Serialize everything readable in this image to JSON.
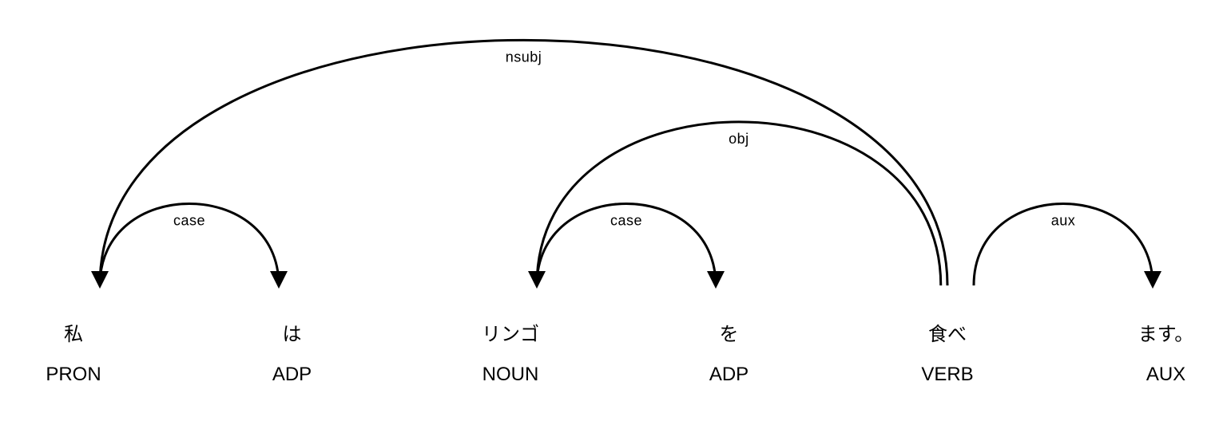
{
  "colors": {
    "foreground": "#000000",
    "background": "#ffffff"
  },
  "sentence": "私はリンゴを食べます。",
  "tokens": [
    {
      "text": "私",
      "pos": "PRON"
    },
    {
      "text": "は",
      "pos": "ADP"
    },
    {
      "text": "リンゴ",
      "pos": "NOUN"
    },
    {
      "text": "を",
      "pos": "ADP"
    },
    {
      "text": "食べ",
      "pos": "VERB"
    },
    {
      "text": "ます。",
      "pos": "AUX"
    }
  ],
  "arcs": [
    {
      "label": "case",
      "head": 0,
      "dep": 1
    },
    {
      "label": "nsubj",
      "head": 4,
      "dep": 0
    },
    {
      "label": "case",
      "head": 2,
      "dep": 3
    },
    {
      "label": "obj",
      "head": 4,
      "dep": 2
    },
    {
      "label": "aux",
      "head": 4,
      "dep": 5
    }
  ]
}
